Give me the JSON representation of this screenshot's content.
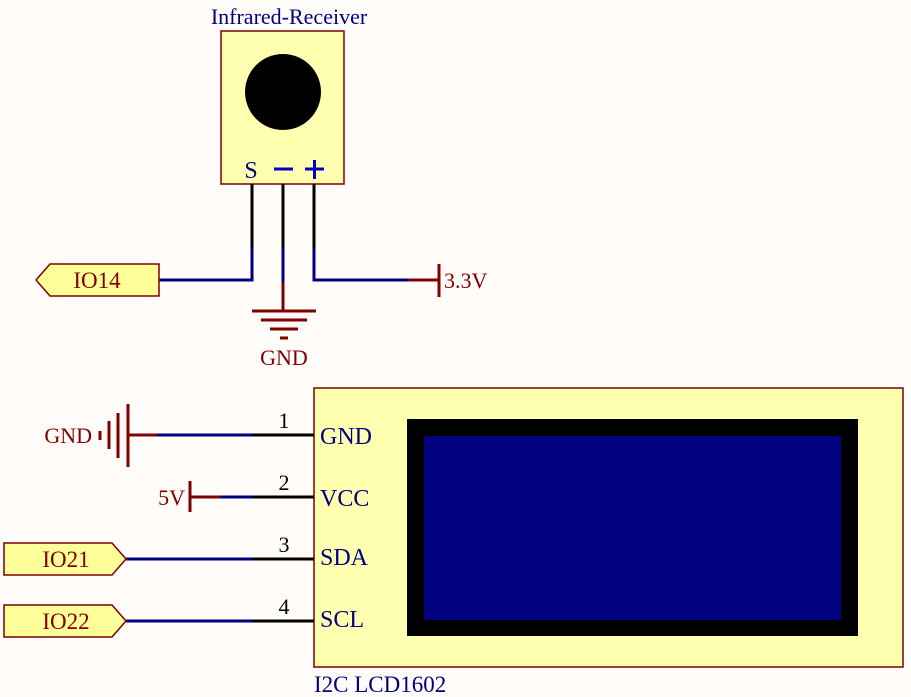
{
  "colors": {
    "background": "#fffcf9",
    "component_fill": "#ffffb0",
    "component_border": "#800000",
    "wire": "#000080",
    "pin": "#000000",
    "power": "#800000",
    "label_blue": "#000080",
    "label_red": "#800000",
    "lcd_frame": "#000000",
    "lcd_screen": "#000080"
  },
  "ir_receiver": {
    "title": "Infrared-Receiver",
    "pins": {
      "signal": "S",
      "minus": "−",
      "plus": "+"
    }
  },
  "ports": {
    "io14": "IO14",
    "io21": "IO21",
    "io22": "IO22"
  },
  "power": {
    "v33": "3.3V",
    "gnd_ir": "GND",
    "gnd_lcd": "GND",
    "v5": "5V"
  },
  "lcd": {
    "title": "I2C LCD1602",
    "pins": [
      {
        "num": "1",
        "label": "GND"
      },
      {
        "num": "2",
        "label": "VCC"
      },
      {
        "num": "3",
        "label": "SDA"
      },
      {
        "num": "4",
        "label": "SCL"
      }
    ]
  }
}
